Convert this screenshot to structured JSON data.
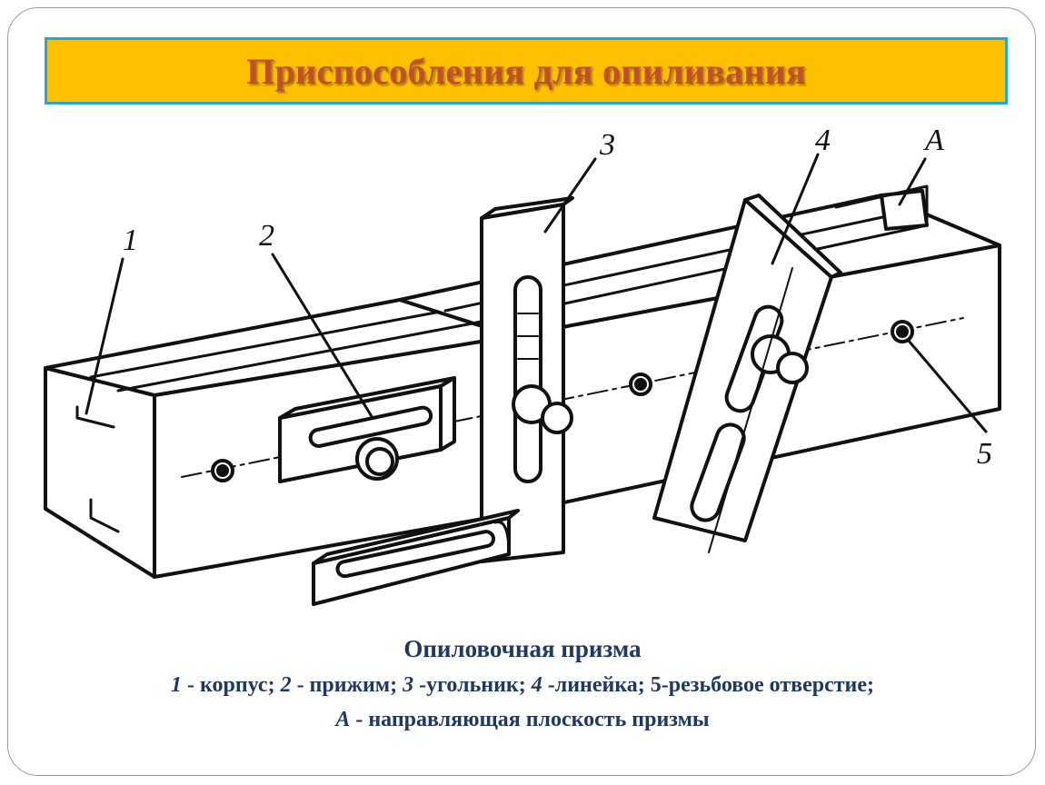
{
  "title": "Приспособления для опиливания",
  "diagram": {
    "labels": [
      "1",
      "2",
      "3",
      "4",
      "5",
      "A"
    ]
  },
  "caption": {
    "heading": "Опиловочная призма",
    "items": [
      {
        "num": "1",
        "text": " - корпус; "
      },
      {
        "num": "2",
        "text": " - прижим; "
      },
      {
        "num": "3",
        "text": " -угольник; "
      },
      {
        "num": "4",
        "text": " -линейка; 5-резьбовое отверстие;"
      }
    ],
    "line2": {
      "letter": "А",
      "text": " - направляющая плоскость призмы"
    }
  },
  "colors": {
    "banner": "#ffc000",
    "banner_border": "#20a9e0",
    "title_text": "#c0502a",
    "caption_text": "#1f3864"
  }
}
